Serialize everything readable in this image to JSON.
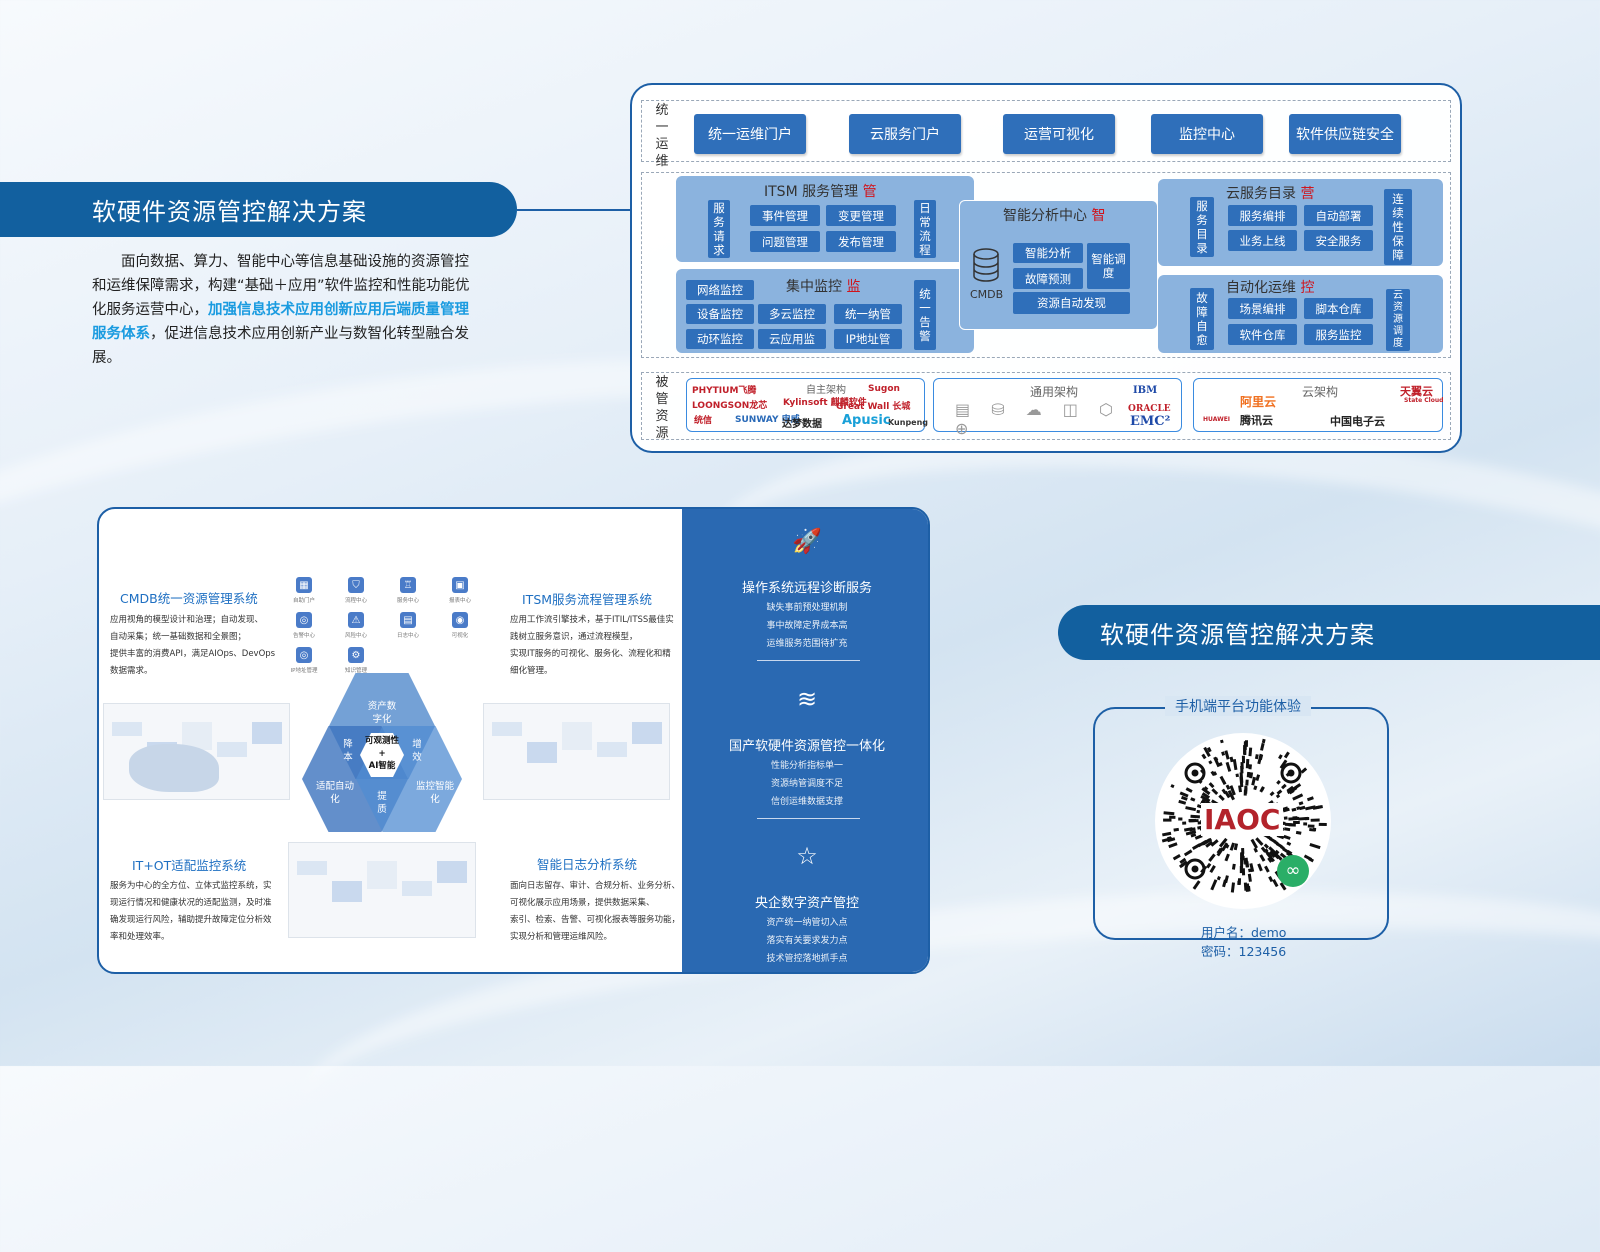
{
  "left_banner": {
    "title": "软硬件资源管控解决方案"
  },
  "intro": {
    "p1": "面向数据、算力、智能中心等信息基础设施的资源管控和运维保障需求，构建“基础＋应用”软件监控和性能功能优化服务运营中心，",
    "highlight": "加强信息技术应用创新应用后端质量管理服务体系",
    "p2": "，促进信息技术应用创新产业与数智化转型融合发展。"
  },
  "arch": {
    "row1_label": "统一运维",
    "row1": [
      "统一运维门户",
      "云服务门户",
      "运营可视化",
      "监控中心",
      "软件供应链安全"
    ],
    "itsm": {
      "title": "ITSM 服务管理",
      "tag": "管",
      "left": "服务请求",
      "right": "日常流程",
      "items": [
        "事件管理",
        "变更管理",
        "问题管理",
        "发布管理"
      ]
    },
    "monitor": {
      "title": "集中监控",
      "tag": "监",
      "right": "统一告警",
      "items": [
        "网络监控",
        "设备监控",
        "多云监控",
        "统一纳管",
        "动环监控",
        "云应用监",
        "IP地址管"
      ]
    },
    "center": {
      "title": "智能分析中心",
      "tag": "智",
      "cmdb": "CMDB",
      "items": [
        "智能分析",
        "故障预测",
        "智能调度",
        "资源自动发现"
      ]
    },
    "catalog": {
      "title": "云服务目录",
      "tag": "营",
      "left": "服务目录",
      "right": "连续性保障",
      "items": [
        "服务编排",
        "自动部署",
        "业务上线",
        "安全服务"
      ]
    },
    "auto": {
      "title": "自动化运维",
      "tag": "控",
      "left": "故障自愈",
      "right": "云资源调度",
      "items": [
        "场景编排",
        "脚本仓库",
        "软件仓库",
        "服务监控"
      ]
    },
    "row3_label": "被管资源",
    "self": {
      "title": "自主架构",
      "logos": [
        "PHYTIUM飞腾",
        "Sugon",
        "LOONGSON龙芯",
        "Kylinsoft 麒麟软件",
        "Great Wall 长城",
        "Kunpeng",
        "统信",
        "SUNWAY 申威",
        "达梦数据",
        "Apusic"
      ]
    },
    "general": {
      "title": "通用架构",
      "logos": [
        "IBM",
        "ORACLE",
        "EMC²"
      ]
    },
    "cloud": {
      "title": "云架构",
      "logos": [
        "HUAWEI",
        "阿里云",
        "腾讯云",
        "天翼云",
        "State Cloud",
        "中国电子云"
      ]
    }
  },
  "systems": {
    "cmdb": {
      "title": "CMDB统一资源管理系统",
      "lines": [
        "应用视角的模型设计和治理；自动发现、",
        "自动采集；统一基础数据和全景图；",
        "提供丰富的消费API，满足AIOps、DevOps",
        "数据需求。"
      ]
    },
    "itsm": {
      "title": "ITSM服务流程管理系统",
      "lines": [
        "应用工作流引擎技术，基于ITIL/ITSS最佳实",
        "践树立服务意识，通过流程模型，",
        "实现IT服务的可视化、服务化、流程化和精",
        "细化管理。"
      ]
    },
    "itot": {
      "title": "IT+OT适配监控系统",
      "lines": [
        "服务为中心的全方位、立体式监控系统，实",
        "现运行情况和健康状况的适配监测，及时准",
        "确发现运行风险，辅助提升故障定位分析效",
        "率和处理效率。"
      ]
    },
    "log": {
      "title": "智能日志分析系统",
      "lines": [
        "面向日志留存、审计、合规分析、业务分析、",
        "可视化展示应用场景，提供数据采集、",
        "索引、检索、告警、可视化报表等服务功能，",
        "实现分析和管理运维风险。"
      ]
    },
    "icons": [
      "自助门户",
      "流程中心",
      "服务中心",
      "报表中心",
      "告警中心",
      "风险中心",
      "日志中心",
      "可视化",
      "IP地址管理",
      "知识管理"
    ],
    "hex": {
      "top": "资产数字化",
      "left": "适配自动化",
      "right": "监控智能化",
      "center1": "可观测性",
      "center2": "+",
      "center3": "AI智能",
      "a": "降本",
      "b": "增效",
      "c": "提质"
    }
  },
  "services": [
    {
      "title": "操作系统远程诊断服务",
      "lines": [
        "缺失事前预处理机制",
        "事中故障定界成本高",
        "运维服务范围待扩充"
      ]
    },
    {
      "title": "国产软硬件资源管控一体化",
      "lines": [
        "性能分析指标单一",
        "资源纳管调度不足",
        "信创运维数据支撑"
      ]
    },
    {
      "title": "央企数字资产管控",
      "lines": [
        "资产统一纳管切入点",
        "落实有关要求发力点",
        "技术管控落地抓手点"
      ]
    }
  ],
  "right_banner": {
    "title": "软硬件资源管控解决方案"
  },
  "mobile": {
    "title": "手机端平台功能体验",
    "qr_logo": "IAOC",
    "username": "用户名：demo",
    "password": "密码：123456"
  }
}
